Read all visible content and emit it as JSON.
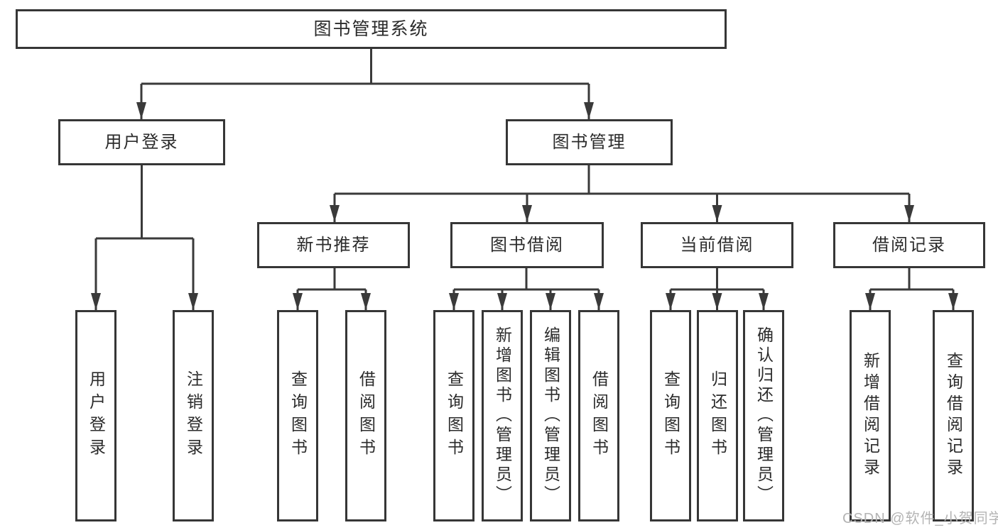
{
  "tree": {
    "root": "图书管理系统",
    "branches": [
      {
        "label": "用户登录",
        "children": [
          "用户登录",
          "注销登录"
        ]
      },
      {
        "label": "图书管理",
        "sections": [
          {
            "label": "新书推荐",
            "children": [
              "查询图书",
              "借阅图书"
            ]
          },
          {
            "label": "图书借阅",
            "children": [
              "查询图书",
              "新增图书（管理员）",
              "编辑图书（管理员）",
              "借阅图书"
            ]
          },
          {
            "label": "当前借阅",
            "children": [
              "查询图书",
              "归还图书",
              "确认归还（管理员）"
            ]
          },
          {
            "label": "借阅记录",
            "children": [
              "新增借阅记录",
              "查询借阅记录"
            ]
          }
        ]
      }
    ]
  },
  "watermark": "CSDN @软件_小贺同学",
  "colors": {
    "line": "#3a3a3a",
    "box_border": "#363636",
    "text": "#2b2b2b",
    "watermark": "#b4b4b4",
    "background": "#ffffff"
  }
}
